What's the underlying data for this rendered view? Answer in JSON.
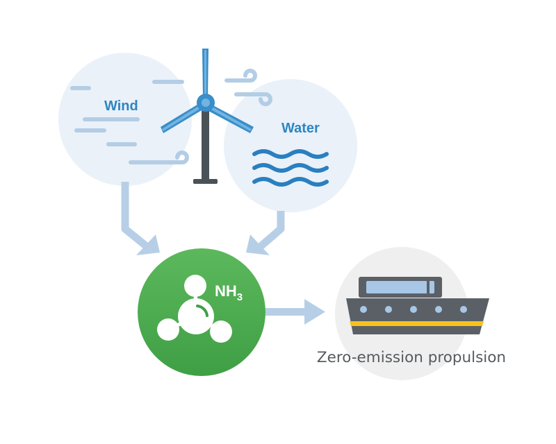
{
  "wind": {
    "label": "Wind"
  },
  "water": {
    "label": "Water"
  },
  "ammonia": {
    "formula_main": "NH",
    "formula_sub": "3"
  },
  "ship": {
    "caption": "Zero-emission propulsion"
  },
  "colors": {
    "bubble_fill": "#eaf1f9",
    "label_blue": "#2d86c1",
    "turbine_blue": "#3a8ec9",
    "turbine_light": "#72b4e2",
    "tower_dark": "#4a5258",
    "wave_blue": "#2a7fc0",
    "arrow_blue": "#b7cfe6",
    "streak_blue": "#b3cde5",
    "green": "#4caf50",
    "green_dark": "#3a9a40",
    "ship_circle": "#efefef",
    "hull": "#5b6067",
    "stripe_yellow": "#f7c21b",
    "cabin_blue": "#a8c7e6",
    "caption_gray": "#555a5f"
  },
  "icons": [
    "wind-turbine-icon",
    "waves-icon",
    "molecule-icon",
    "ship-icon"
  ]
}
